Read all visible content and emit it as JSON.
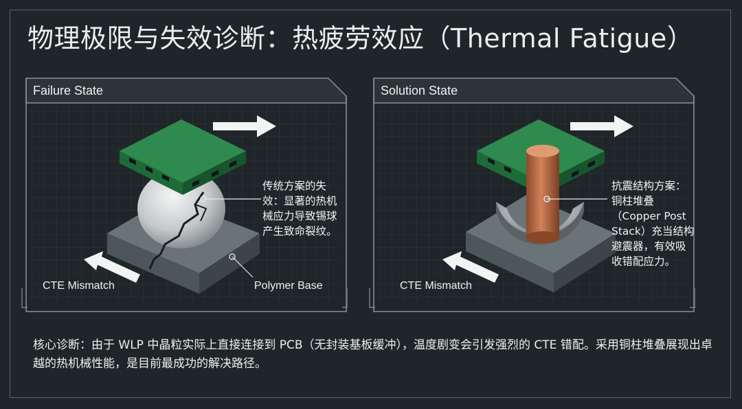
{
  "title": "物理极限与失效诊断：热疲劳效应（Thermal Fatigue）",
  "panels": {
    "left": {
      "label": "Failure State",
      "annotation": "传统方案的失效：显著的热机械应力导致锡球产生致命裂纹。",
      "cte_label": "CTE Mismatch",
      "base_label": "Polymer Base"
    },
    "right": {
      "label": "Solution State",
      "annotation": "抗震结构方案：铜柱堆叠（Copper Post Stack）充当结构避震器，有效吸收错配应力。",
      "cte_label": "CTE Mismatch"
    }
  },
  "diagnosis": "核心诊断：由于 WLP 中晶粒实际上直接连接到 PCB（无封装基板缓冲），温度剧变会引发强烈的 CTE 错配。采用铜柱堆叠展现出卓越的热机械性能，是目前最成功的解决路径。",
  "colors": {
    "background": "#1f2528",
    "chip_green": "#2f8a4f",
    "copper": "#c9744a",
    "base_gray": "#5d676b"
  }
}
